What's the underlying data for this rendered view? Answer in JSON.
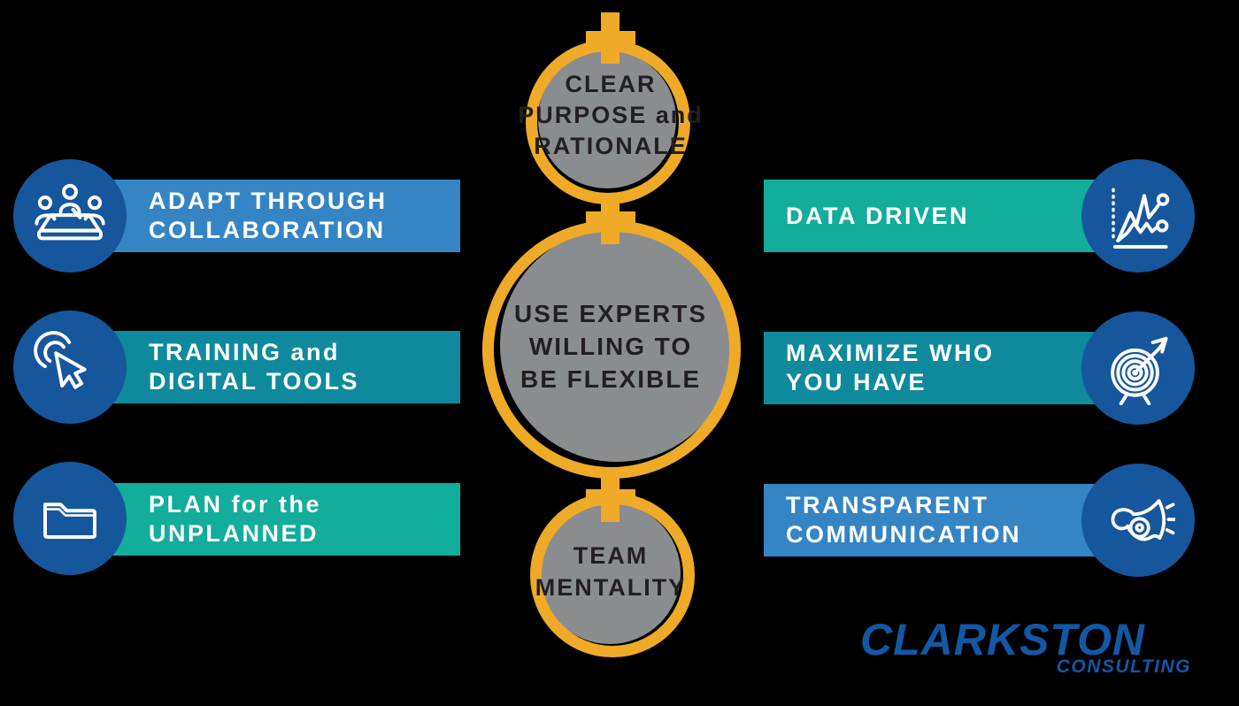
{
  "background": "#000000",
  "colors": {
    "banner_blue": "#3585C5",
    "banner_teal": "#0E8A9C",
    "banner_green": "#12AD9B",
    "icon_circle_blue": "#16569C",
    "accent_orange": "#EFAA28",
    "node_gray": "#8A8D90",
    "node_text_dark": "#231F20",
    "banner_text_white": "#FFFFFF",
    "logo_blue": "#1358A4"
  },
  "center_nodes": [
    {
      "name": "clear-purpose-and-rationale",
      "lines": [
        "CLEAR",
        "PURPOSE and",
        "RATIONALE"
      ]
    },
    {
      "name": "use-experts-willing-to-be-flexible",
      "lines": [
        "USE EXPERTS",
        "WILLING TO",
        "BE FLEXIBLE"
      ]
    },
    {
      "name": "team-mentality",
      "lines": [
        "TEAM",
        "MENTALITY"
      ]
    }
  ],
  "left_items": [
    {
      "icon": "meeting-collaboration-icon",
      "color": "#3585C5",
      "lines": [
        "ADAPT THROUGH",
        "COLLABORATION"
      ]
    },
    {
      "icon": "cursor-click-icon",
      "color": "#0E8A9C",
      "lines": [
        "TRAINING and",
        "DIGITAL TOOLS"
      ]
    },
    {
      "icon": "folder-icon",
      "color": "#12AD9B",
      "lines": [
        "PLAN for the",
        "UNPLANNED"
      ]
    }
  ],
  "right_items": [
    {
      "icon": "line-chart-icon",
      "color": "#12AD9B",
      "lines": [
        "DATA DRIVEN"
      ]
    },
    {
      "icon": "target-arrow-icon",
      "color": "#0E8A9C",
      "lines": [
        "MAXIMIZE WHO",
        "YOU HAVE"
      ]
    },
    {
      "icon": "megaphone-icon",
      "color": "#3585C5",
      "lines": [
        "TRANSPARENT",
        "COMMUNICATION"
      ]
    }
  ],
  "logo": {
    "primary": "CLARKSTON",
    "secondary": "CONSULTING"
  }
}
